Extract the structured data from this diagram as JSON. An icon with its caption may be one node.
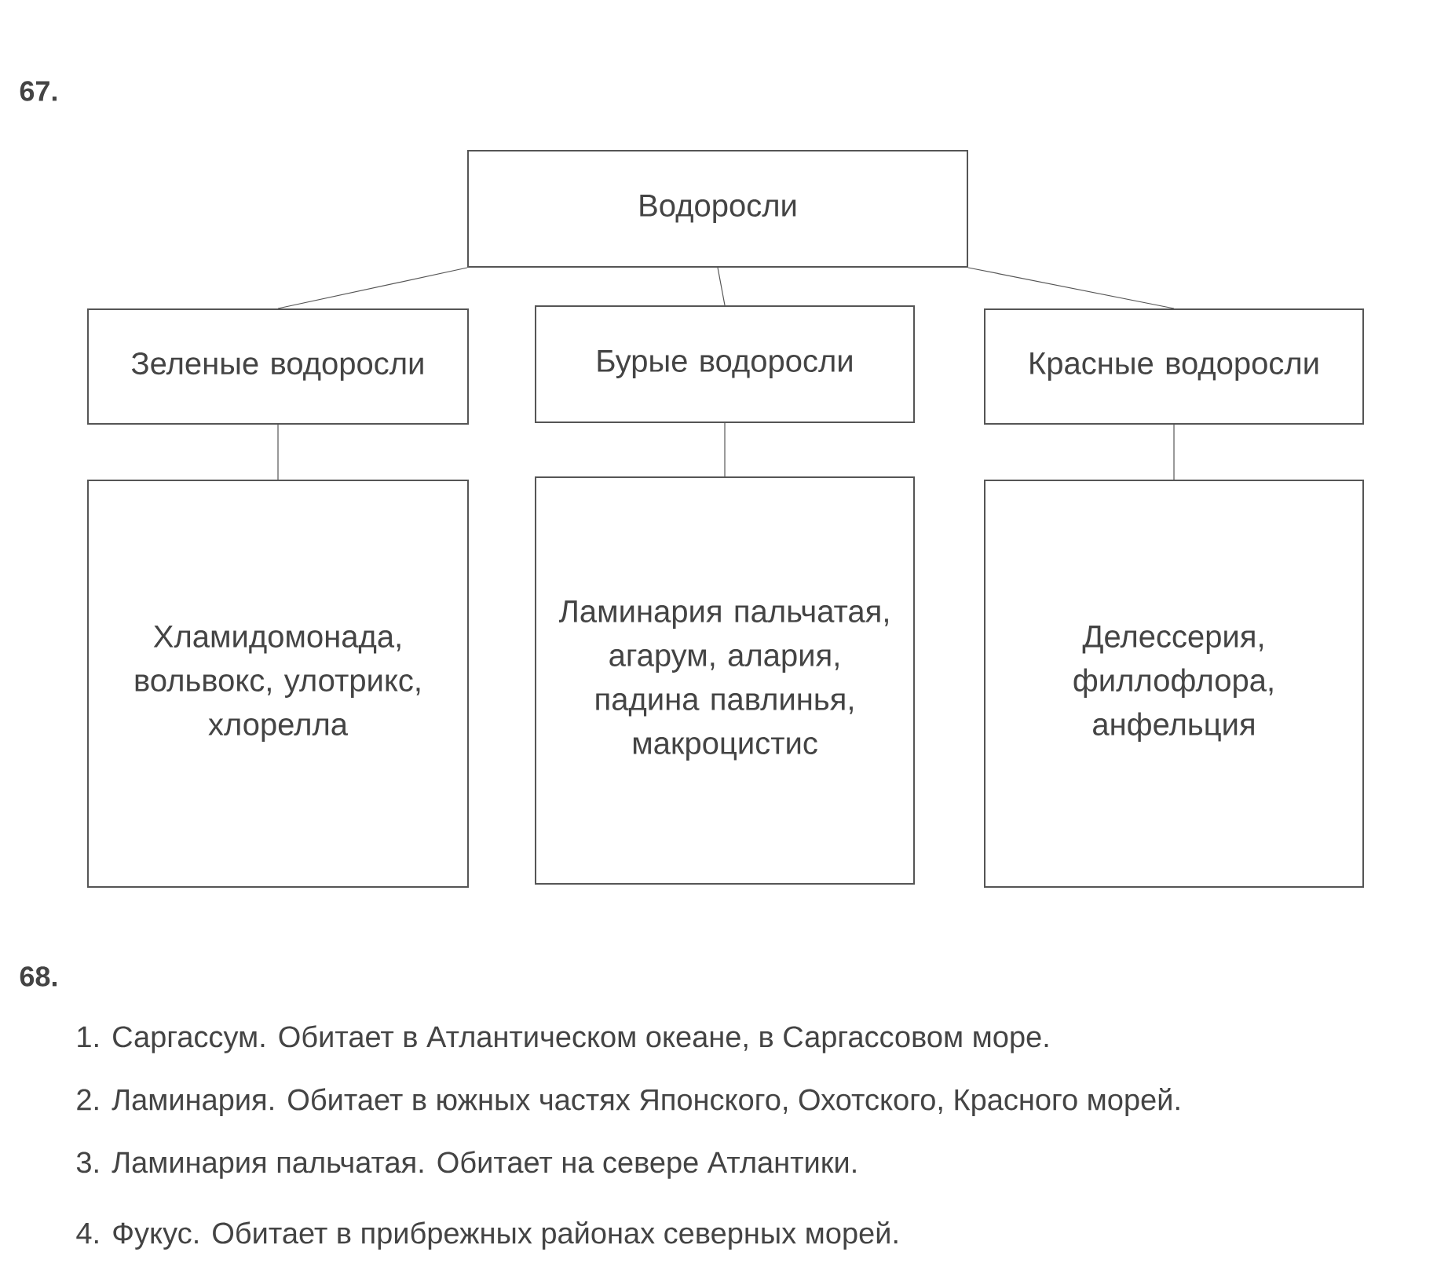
{
  "diagram": {
    "nodes": [
      {
        "text": [
          "Водоросли"
        ]
      },
      {
        "text": [
          "Зеленые водоросли"
        ]
      },
      {
        "text": [
          "Бурые водоросли"
        ]
      },
      {
        "text": [
          "Красные водоросли"
        ]
      },
      {
        "text": [
          "Хламидомонада, вольвокс, улотрикс, хлорелла"
        ]
      },
      {
        "text": [
          "Ламинария пальчатая, агарум, алария, падина павлинья, макроцистис"
        ]
      },
      {
        "text": [
          "Делессерия, филлофлора, анфельция"
        ]
      }
    ],
    "edges": [
      {
        "from": 0,
        "to": 1,
        "arrow": "none"
      },
      {
        "from": 0,
        "to": 2,
        "arrow": "none"
      },
      {
        "from": 0,
        "to": 3,
        "arrow": "none"
      },
      {
        "from": 1,
        "to": 4,
        "arrow": "none"
      },
      {
        "from": 2,
        "to": 5,
        "arrow": "none"
      },
      {
        "from": 3,
        "to": 6,
        "arrow": "none"
      }
    ],
    "labels": [
      "67.",
      "68.",
      "1. Саргассум. Обитает в Атлантическом океане, в Саргассовом море.",
      "2. Ламинария. Обитает в южных частях Японского, Охотского, Красного морей.",
      "3. Ламинария пальчатая. Обитает на севере Атлантики.",
      "4. Фукус. Обитает в прибрежных районах северных морей."
    ]
  }
}
